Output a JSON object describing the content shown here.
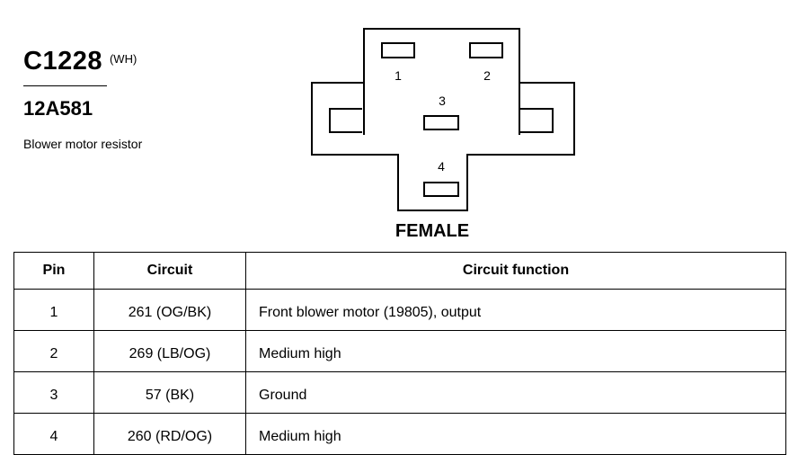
{
  "connector": {
    "id": "C1228",
    "color": "(WH)",
    "part_number": "12A581",
    "description": "Blower motor resistor",
    "gender": "FEMALE",
    "pin_numbers": [
      "1",
      "2",
      "3",
      "4"
    ]
  },
  "table": {
    "headers": {
      "pin": "Pin",
      "circuit": "Circuit",
      "function": "Circuit function"
    },
    "rows": [
      {
        "pin": "1",
        "circuit": "261 (OG/BK)",
        "function": "Front blower motor (19805), output"
      },
      {
        "pin": "2",
        "circuit": "269 (LB/OG)",
        "function": "Medium high"
      },
      {
        "pin": "3",
        "circuit": "57 (BK)",
        "function": "Ground"
      },
      {
        "pin": "4",
        "circuit": "260 (RD/OG)",
        "function": "Medium high"
      }
    ]
  }
}
